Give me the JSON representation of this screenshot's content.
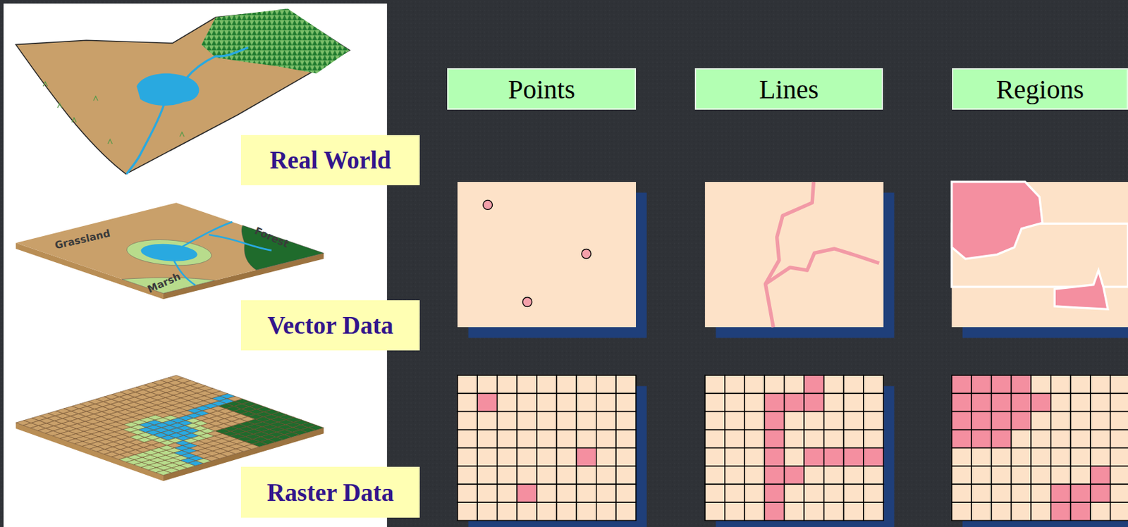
{
  "diagram": {
    "nodes": [
      {
        "text": [
          "Points"
        ]
      },
      {
        "text": [
          "Lines"
        ]
      },
      {
        "text": [
          "Regions"
        ]
      },
      {
        "text": [
          "Real World"
        ]
      },
      {
        "text": [
          "Vector Data"
        ]
      },
      {
        "text": [
          "Raster Data"
        ]
      }
    ],
    "labels": [
      "Grassland",
      "Forest",
      "Marsh"
    ]
  }
}
